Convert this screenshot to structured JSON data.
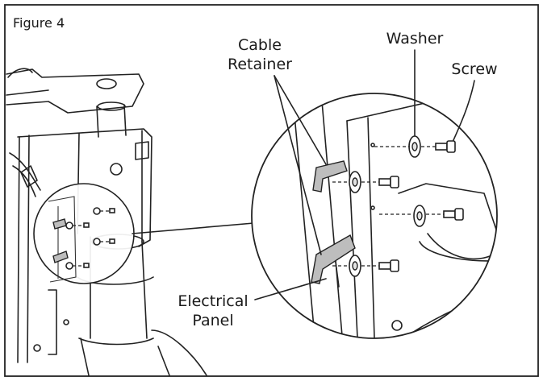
{
  "figure": {
    "title": "Figure 4",
    "labels": {
      "cable_retainer_line1": "Cable",
      "cable_retainer_line2": "Retainer",
      "washer": "Washer",
      "screw": "Screw",
      "electrical_panel_line1": "Electrical",
      "electrical_panel_line2": "Panel"
    },
    "colors": {
      "border": "#222222",
      "background": "#ffffff",
      "retainer": "#bdbdbd"
    }
  }
}
